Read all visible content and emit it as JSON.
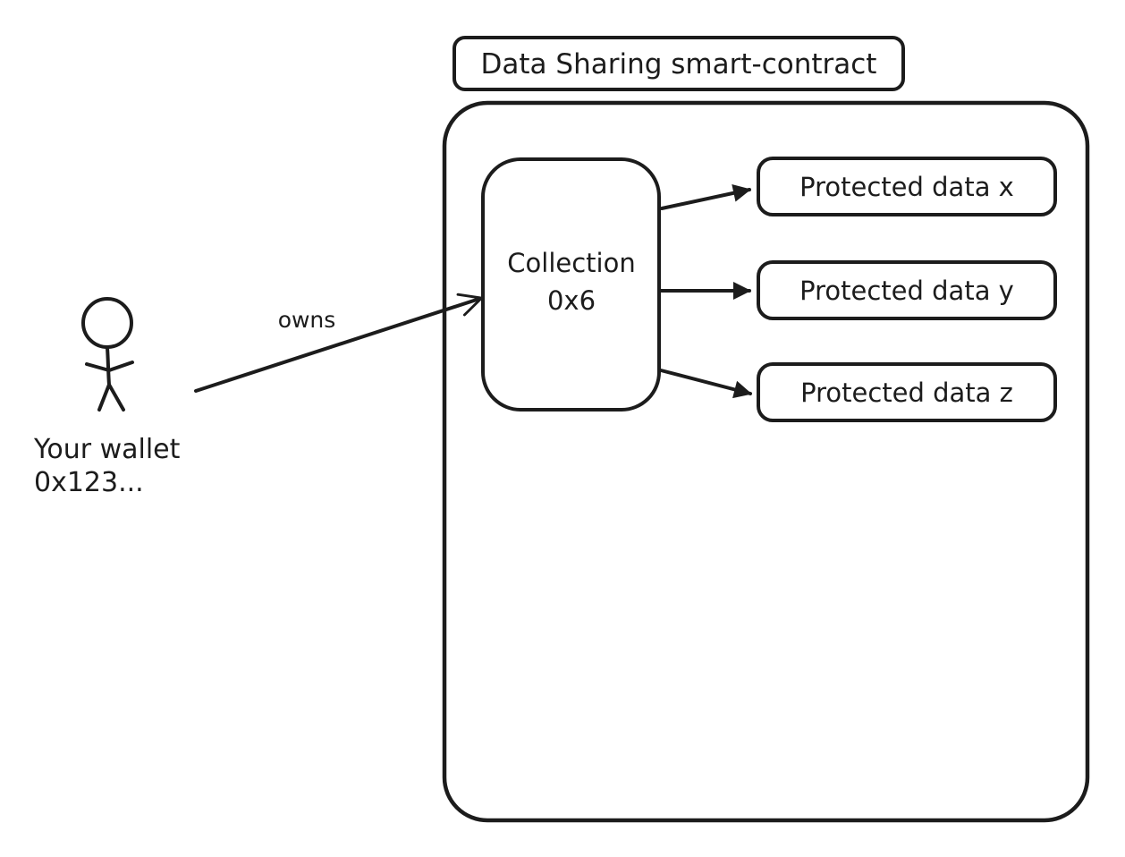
{
  "diagram": {
    "title": "Data Sharing smart-contract",
    "owns_label": "owns",
    "wallet": {
      "line1": "Your wallet",
      "line2": "0x123..."
    },
    "collection": {
      "line1": "Collection",
      "line2": "0x6"
    },
    "protected_items": [
      {
        "label": "Protected data x"
      },
      {
        "label": "Protected data y"
      },
      {
        "label": "Protected data z"
      }
    ],
    "colors": {
      "stroke": "#1c1c1c",
      "background": "#ffffff"
    }
  }
}
